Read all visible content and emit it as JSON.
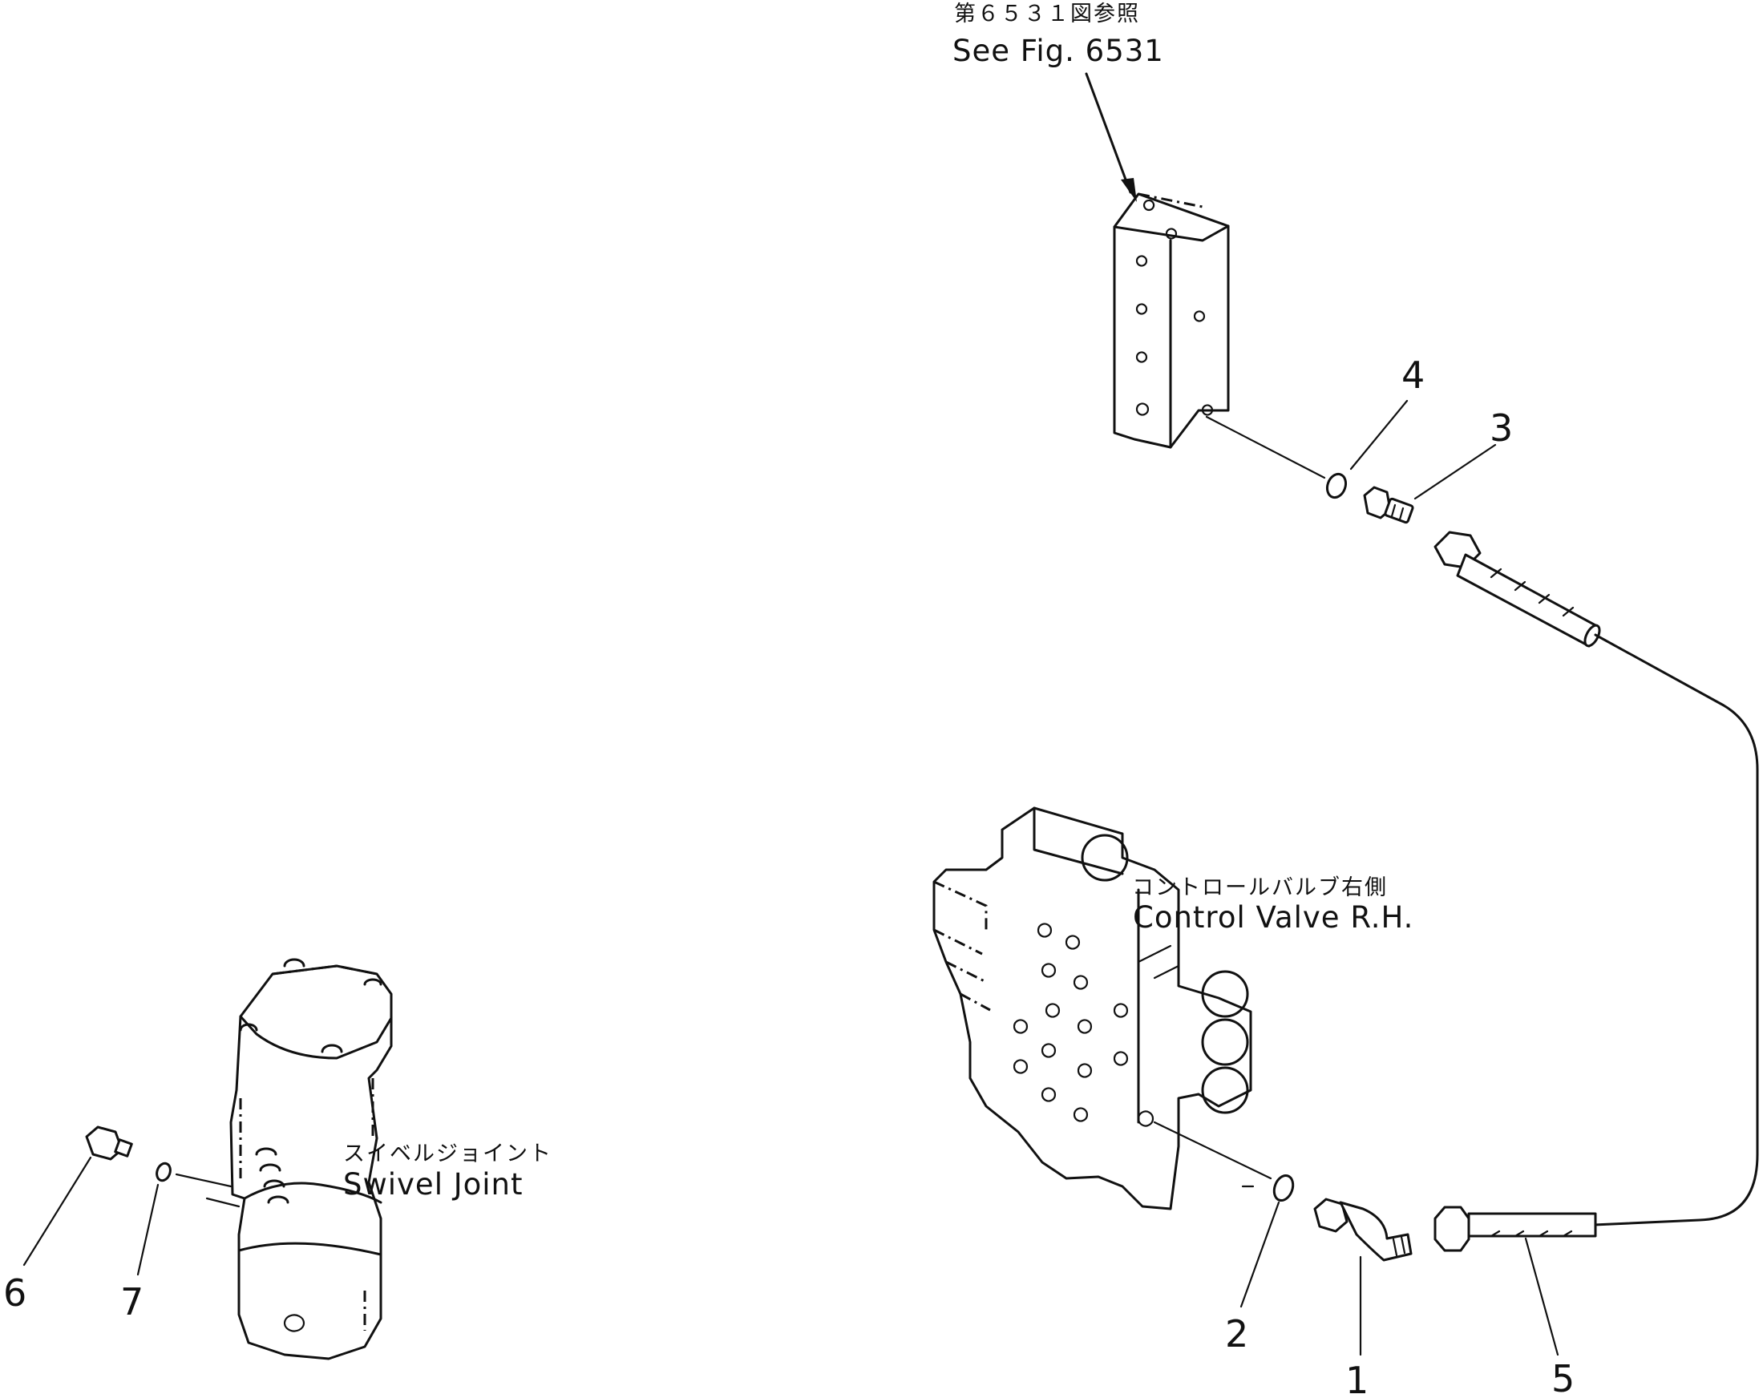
{
  "labels": {
    "see_fig_jp": "第６５３１図参照",
    "see_fig_en": "See Fig. 6531",
    "control_valve_jp": "コントロールバルブ右側",
    "control_valve_en": "Control Valve R.H.",
    "swivel_joint_jp": "スイベルジョイント",
    "swivel_joint_en": "Swivel Joint"
  },
  "callouts": [
    "1",
    "2",
    "3",
    "4",
    "5",
    "6",
    "7"
  ]
}
